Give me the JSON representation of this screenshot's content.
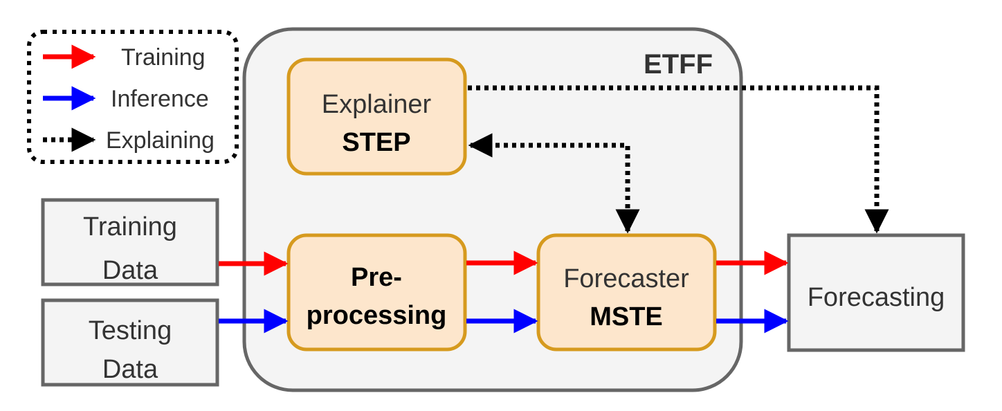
{
  "legend": {
    "training": "Training",
    "inference": "Inference",
    "explaining": "Explaining"
  },
  "framework": {
    "title": "ETFF"
  },
  "explainer": {
    "line1": "Explainer",
    "line2": "STEP"
  },
  "preprocessing": {
    "line1": "Pre-",
    "line2": "processing"
  },
  "forecaster": {
    "line1": "Forecaster",
    "line2": "MSTE"
  },
  "training_data": {
    "line1": "Training",
    "line2": "Data"
  },
  "testing_data": {
    "line1": "Testing",
    "line2": "Data"
  },
  "output": {
    "label": "Forecasting"
  },
  "colors": {
    "training_arrow": "#ff0000",
    "inference_arrow": "#0000ff",
    "explaining_arrow": "#000000",
    "orange_fill": "#fde6cc",
    "orange_stroke": "#d69a1e",
    "panel_fill": "#f4f4f4",
    "panel_stroke": "#666666"
  },
  "icons": {
    "training_arrow": "red-arrow-icon",
    "inference_arrow": "blue-arrow-icon",
    "explaining_arrow": "dotted-black-arrow-icon"
  }
}
